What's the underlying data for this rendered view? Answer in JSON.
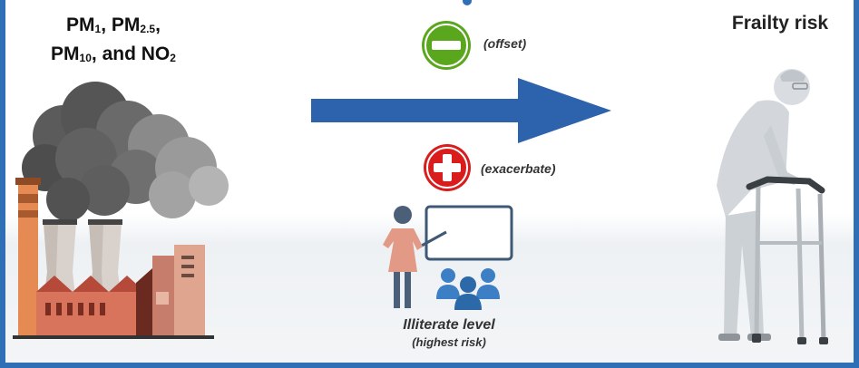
{
  "exposure": {
    "line1": "PM",
    "sub1": "1",
    "sep1": ", PM",
    "sub2": "2.5",
    "sep2": ",",
    "line3": "PM",
    "sub3": "10",
    "sep3": ", and NO",
    "sub4": "2"
  },
  "outcome": {
    "label": "Frailty risk"
  },
  "effects": {
    "negative": {
      "caption": "(offset)",
      "icon": "minus-icon",
      "color": "#5aa61d"
    },
    "positive": {
      "caption": "(exacerbate)",
      "icon": "plus-icon",
      "color": "#d91d1d"
    }
  },
  "moderator": {
    "label": "Illiterate level",
    "note": "(highest risk)"
  },
  "colors": {
    "arrow": "#2d62ad",
    "border": "#2f6fb6",
    "teacher": "#5c6f86",
    "students": "#3d7fc4"
  }
}
